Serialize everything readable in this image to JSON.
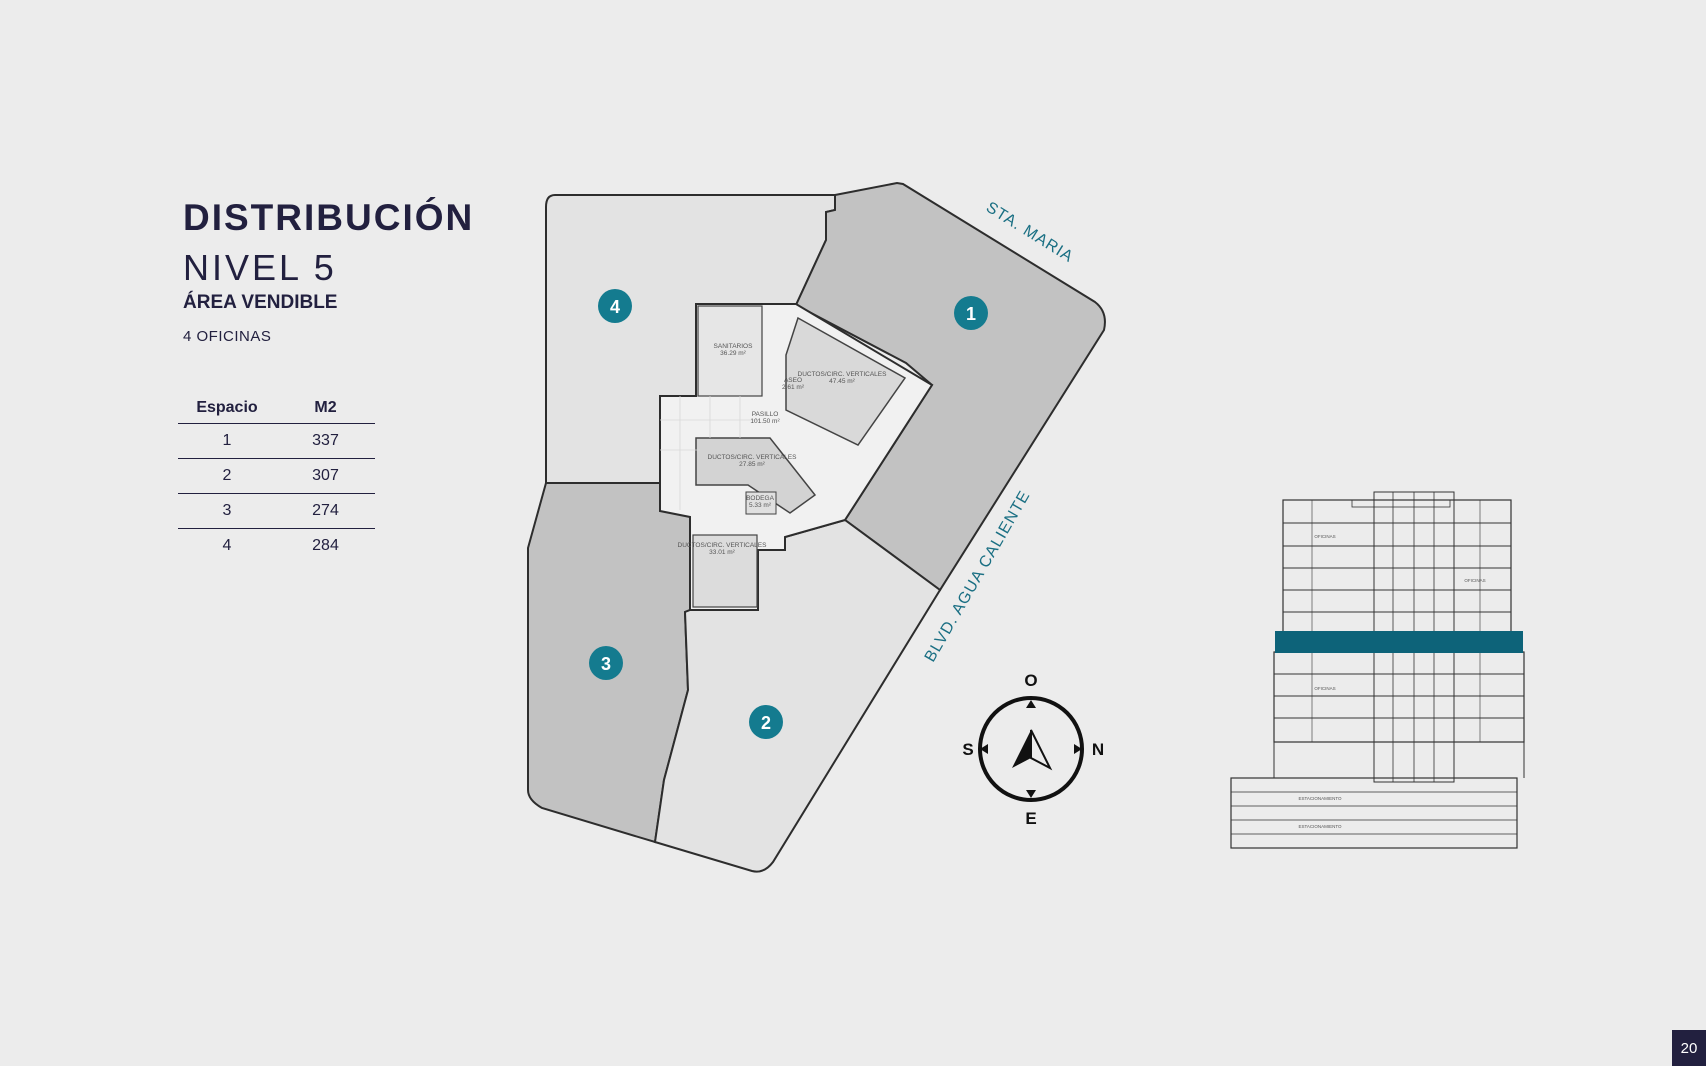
{
  "header": {
    "title": "DISTRIBUCIÓN",
    "subtitle": "NIVEL 5",
    "area_title": "ÁREA VENDIBLE",
    "offices": "4 OFICINAS"
  },
  "table": {
    "headers": [
      "Espacio",
      "M2"
    ],
    "rows": [
      {
        "espacio": "1",
        "m2": "337"
      },
      {
        "espacio": "2",
        "m2": "307"
      },
      {
        "espacio": "3",
        "m2": "274"
      },
      {
        "espacio": "4",
        "m2": "284"
      }
    ]
  },
  "plan": {
    "street_labels": [
      "STA. MARIA",
      "BLVD. AGUA CALIENTE"
    ],
    "units": [
      "1",
      "2",
      "3",
      "4"
    ],
    "rooms": [
      {
        "name": "SANITARIOS",
        "area": "36.29 m²"
      },
      {
        "name": "DUCTOS/CIRC. VERTICALES",
        "area": "47.45 m²"
      },
      {
        "name": "ASEO",
        "area": "2.61 m²"
      },
      {
        "name": "PASILLO",
        "area": "101.50 m²"
      },
      {
        "name": "DUCTOS/CIRC. VERTICALES",
        "area": "27.85 m²"
      },
      {
        "name": "BODEGA",
        "area": "5.33 m²"
      },
      {
        "name": "DUCTOS/CIRC. VERTICALES",
        "area": "33.01 m²"
      }
    ],
    "unit_marker_color": "#147b8f"
  },
  "compass": {
    "north": "N",
    "south": "S",
    "east": "E",
    "west": "O"
  },
  "section": {
    "highlight_color": "#0d6379",
    "floor_label": "OFICINAS",
    "parking_label": "ESTACIONAMIENTO"
  },
  "page_number": "20"
}
